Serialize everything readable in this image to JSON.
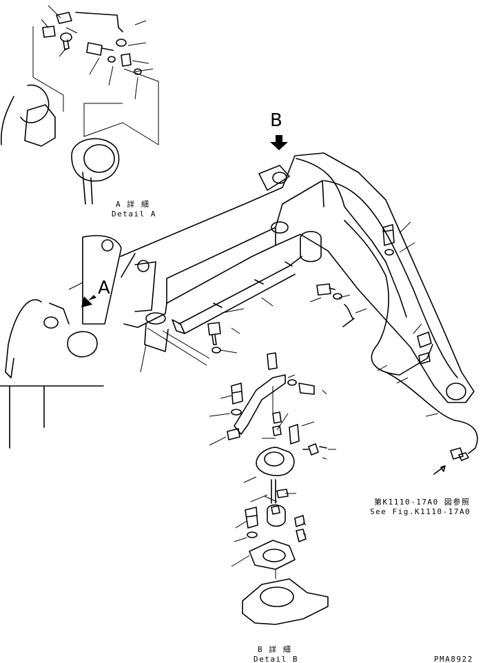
{
  "view_markers": {
    "a": "A",
    "b": "B"
  },
  "detail_a": {
    "jp": "A 詳 細",
    "en": "Detail A"
  },
  "detail_b": {
    "jp": "B 詳 細",
    "en": "Detail B"
  },
  "reference": {
    "jp": "第K1110-17A0 図参照",
    "en": "See Fig.K1110-17A0"
  },
  "drawing_code": "PMA8922"
}
